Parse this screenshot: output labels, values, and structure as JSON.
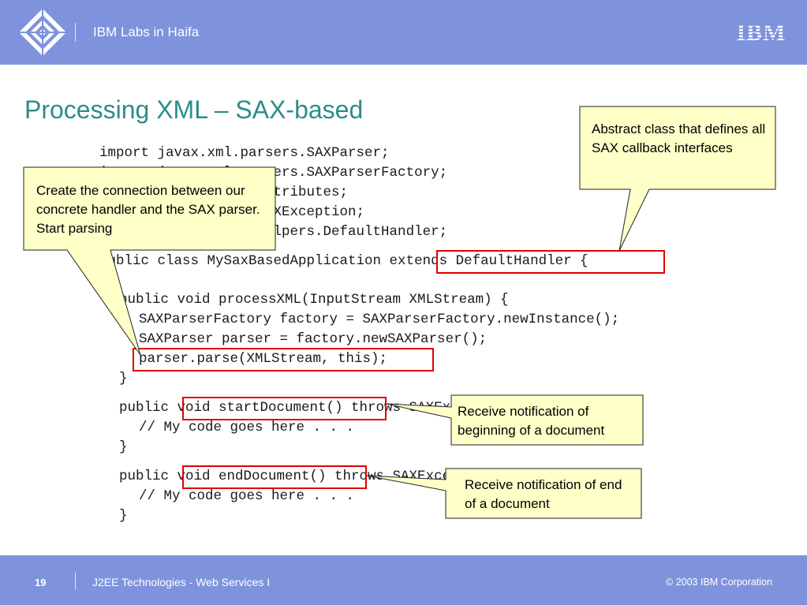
{
  "header": {
    "lab_name": "IBM Labs in Haifa",
    "brand": "IBM"
  },
  "slide": {
    "title": "Processing XML – SAX-based"
  },
  "code": {
    "lines": [
      "import javax.xml.parsers.SAXParser;",
      "import javax.xml.parsers.SAXParserFactory;",
      "import org.xml.sax.Attributes;",
      "import org.xml.sax.SAXException;",
      "import org.xml.sax.helpers.DefaultHandler;",
      "public class MySaxBasedApplication extends DefaultHandler {",
      "public void processXML(InputStream XMLStream) {",
      "SAXParserFactory factory = SAXParserFactory.newInstance();",
      "SAXParser parser = factory.newSAXParser();",
      "parser.parse(XMLStream, this);",
      "}",
      "public void startDocument() throws SAXException {",
      "// My code goes here . . .",
      "}",
      "public void endDocument() throws SAXException {",
      "// My code goes here . . .",
      "}"
    ]
  },
  "callouts": {
    "abstract_class": "Abstract class that defines all SAX callback interfaces",
    "connection": "Create the connection between our concrete handler and the SAX parser. Start parsing",
    "start_doc": "Receive notification of beginning of a document",
    "end_doc": "Receive notification of end of a document"
  },
  "footer": {
    "page_number": "19",
    "course": "J2EE Technologies - Web Services I",
    "copyright": "© 2003 IBM Corporation"
  },
  "colors": {
    "header_bg": "#7f93dc",
    "title": "#2e8b8b",
    "callout_fill": "#ffffc8",
    "highlight_border": "#e00000"
  }
}
